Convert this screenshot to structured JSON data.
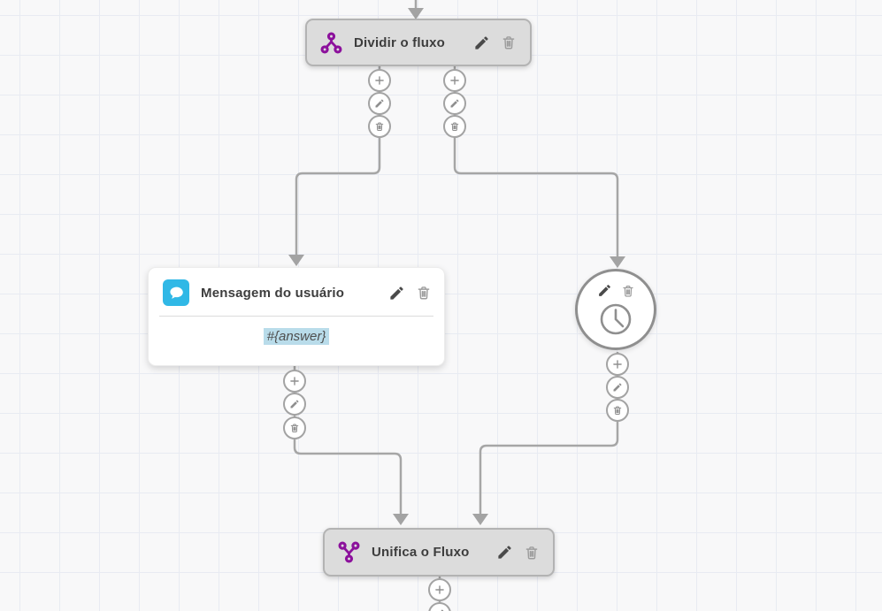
{
  "flow": {
    "dividir": {
      "label": "Dividir o fluxo",
      "icon": "split-flow-icon"
    },
    "mensagem": {
      "label": "Mensagem do usuário",
      "icon": "chat-bubble-icon",
      "value": "#{answer}"
    },
    "timer": {
      "icon": "clock-icon"
    },
    "unifica": {
      "label": "Unifica o Fluxo",
      "icon": "merge-flow-icon"
    }
  },
  "actions": {
    "edit": "pencil-icon",
    "delete": "trash-icon",
    "add": "plus-icon"
  },
  "colors": {
    "accent_purple": "#8c119c",
    "accent_blue": "#30b8e6",
    "value_highlight": "#b9dcea",
    "node_fill": "#dcdcdc",
    "node_border": "#b3b3b3",
    "connector": "#a6a6a6",
    "grid_line": "#e8ebf2",
    "canvas_bg": "#f8f8f9"
  }
}
